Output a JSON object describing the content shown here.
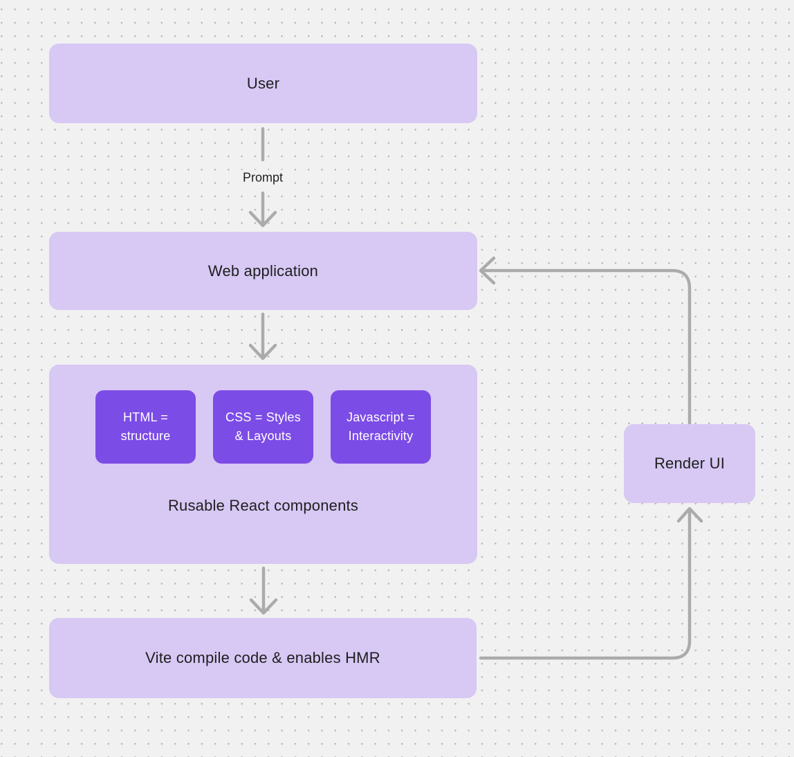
{
  "colors": {
    "canvas_bg": "#f2f1f1",
    "dot": "#b8b6b5",
    "node_fill_light": "#d7c8f4",
    "node_fill_dark": "#7c4ce6",
    "connector": "#ababab",
    "text_dark": "#1e1e1e",
    "text_light": "#ffffff"
  },
  "nodes": {
    "user": {
      "label": "User"
    },
    "web_application": {
      "label": "Web application"
    },
    "components_group": {
      "label": "Rusable React components"
    },
    "html": {
      "label": "HTML =\nstructure"
    },
    "css": {
      "label": "CSS = Styles\n& Layouts"
    },
    "javascript": {
      "label": "Javascript =\nInteractivity"
    },
    "vite": {
      "label": "Vite compile code & enables HMR"
    },
    "render_ui": {
      "label": "Render UI"
    }
  },
  "edges": {
    "prompt_label": "Prompt"
  }
}
